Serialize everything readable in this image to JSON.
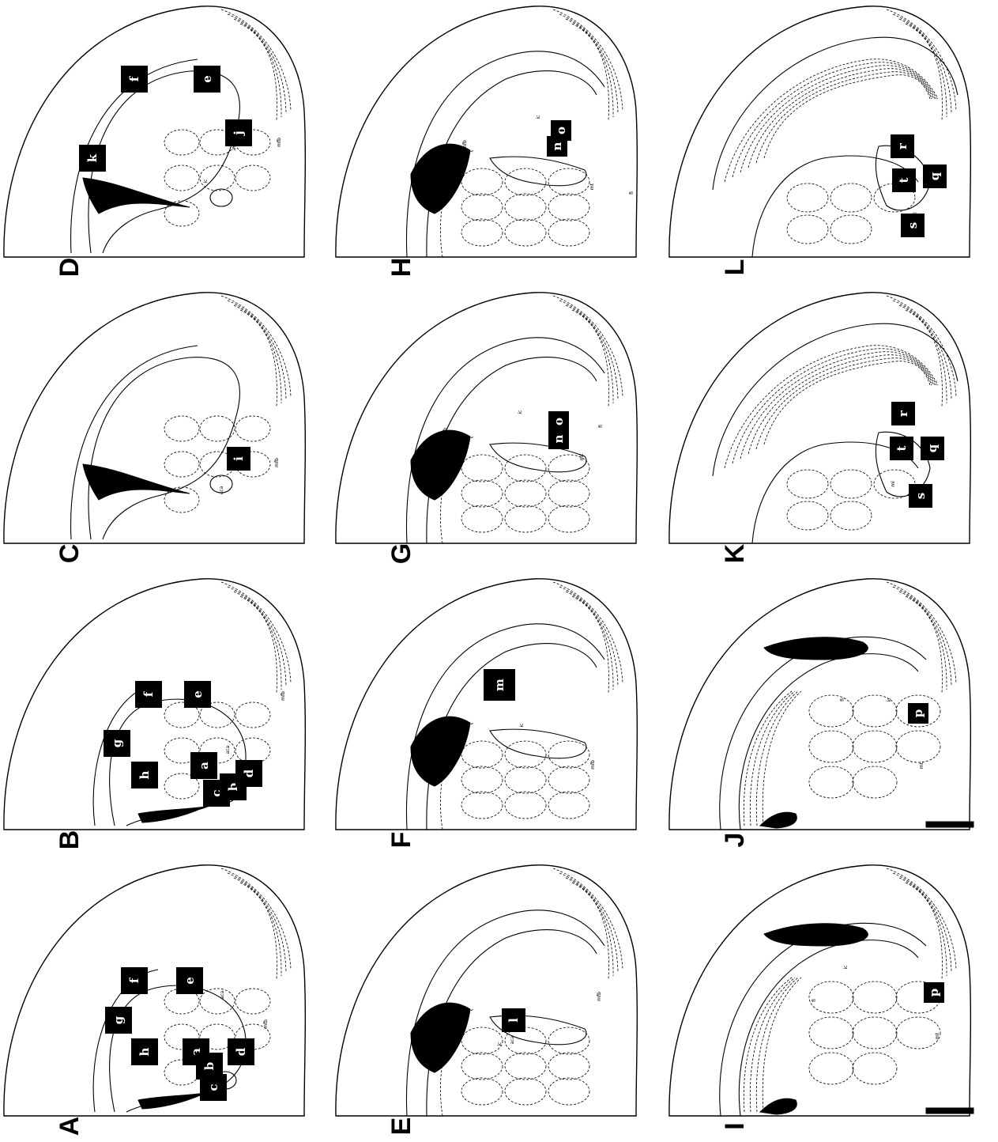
{
  "panels": [
    {
      "id": "A",
      "label": "A",
      "variant": "small",
      "col": 0,
      "row": 3,
      "boxes": [
        {
          "t": "f"
        },
        {
          "t": "e"
        },
        {
          "t": "g"
        },
        {
          "t": "h"
        },
        {
          "t": "a"
        },
        {
          "t": "b"
        },
        {
          "t": "c"
        },
        {
          "t": "d"
        }
      ],
      "abbrevs": [
        "aca",
        "mfb"
      ]
    },
    {
      "id": "B",
      "label": "B",
      "variant": "small",
      "col": 0,
      "row": 2,
      "boxes": [
        {
          "t": "f"
        },
        {
          "t": "e"
        },
        {
          "t": "g"
        },
        {
          "t": "h"
        },
        {
          "t": "a"
        },
        {
          "t": "c"
        },
        {
          "t": "b"
        },
        {
          "t": "d"
        }
      ],
      "abbrevs": [
        "aca",
        "mfb"
      ]
    },
    {
      "id": "C",
      "label": "C",
      "variant": "mid",
      "col": 0,
      "row": 1,
      "boxes": [
        {
          "t": "i"
        }
      ],
      "abbrevs": [
        "aca",
        "mfb"
      ]
    },
    {
      "id": "D",
      "label": "D",
      "variant": "mid",
      "col": 0,
      "row": 0,
      "boxes": [
        {
          "t": "f"
        },
        {
          "t": "e"
        },
        {
          "t": "k"
        },
        {
          "t": "j"
        }
      ],
      "abbrevs": [
        "aca",
        "mfb",
        "ic"
      ]
    },
    {
      "id": "E",
      "label": "E",
      "variant": "big",
      "col": 1,
      "row": 3,
      "boxes": [
        {
          "t": "l"
        }
      ],
      "abbrevs": [
        "aca",
        "mfb",
        "ic"
      ]
    },
    {
      "id": "F",
      "label": "F",
      "variant": "big",
      "col": 1,
      "row": 2,
      "boxes": [
        {
          "t": "m"
        }
      ],
      "abbrevs": [
        "ic",
        "mfb",
        "fi"
      ]
    },
    {
      "id": "G",
      "label": "G",
      "variant": "big",
      "col": 1,
      "row": 1,
      "boxes": [
        {
          "t": "o"
        },
        {
          "t": "n"
        }
      ],
      "abbrevs": [
        "ic",
        "fi",
        "mfb",
        "mt"
      ]
    },
    {
      "id": "H",
      "label": "H",
      "variant": "big",
      "col": 1,
      "row": 0,
      "boxes": [
        {
          "t": "o"
        },
        {
          "t": "n"
        }
      ],
      "abbrevs": [
        "ic",
        "fi",
        "mfb",
        "mt"
      ]
    },
    {
      "id": "I",
      "label": "I",
      "variant": "hippo",
      "col": 2,
      "row": 3,
      "boxes": [
        {
          "t": "p"
        }
      ],
      "abbrevs": [
        "ic",
        "fi",
        "mt"
      ]
    },
    {
      "id": "J",
      "label": "J",
      "variant": "hippo",
      "col": 2,
      "row": 2,
      "boxes": [
        {
          "t": "p"
        }
      ],
      "abbrevs": [
        "ic",
        "fi",
        "mt"
      ]
    },
    {
      "id": "K",
      "label": "K",
      "variant": "caudal",
      "col": 2,
      "row": 1,
      "boxes": [
        {
          "t": "r"
        },
        {
          "t": "q"
        },
        {
          "t": "t"
        },
        {
          "t": "s"
        }
      ],
      "abbrevs": [
        "ml"
      ]
    },
    {
      "id": "L",
      "label": "L",
      "variant": "caudal",
      "col": 2,
      "row": 0,
      "boxes": [
        {
          "t": "r"
        },
        {
          "t": "q"
        },
        {
          "t": "t"
        },
        {
          "t": "s"
        }
      ],
      "abbrevs": [
        "ml"
      ]
    }
  ]
}
